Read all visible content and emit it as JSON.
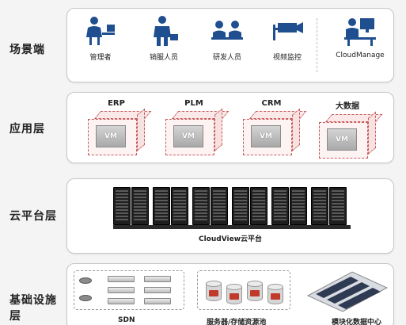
{
  "layers": {
    "scenario": {
      "label": "场景端"
    },
    "application": {
      "label": "应用层"
    },
    "cloud": {
      "label": "云平台层"
    },
    "infrastructure": {
      "label": "基础设施层"
    }
  },
  "scenario": {
    "roles": [
      {
        "label": "管理者",
        "icon": "manager-icon"
      },
      {
        "label": "销服人员",
        "icon": "sales-service-icon"
      },
      {
        "label": "研发人员",
        "icon": "developers-icon"
      },
      {
        "label": "视频监控",
        "icon": "surveillance-camera-icon"
      },
      {
        "label": "CloudManage",
        "icon": "admin-workstation-icon"
      }
    ]
  },
  "application": {
    "apps": [
      {
        "name": "ERP",
        "vm": "VM"
      },
      {
        "name": "PLM",
        "vm": "VM"
      },
      {
        "name": "CRM",
        "vm": "VM"
      },
      {
        "name": "大数据",
        "vm": "VM"
      }
    ]
  },
  "cloud": {
    "caption": "CloudView云平台",
    "rack_count": 12
  },
  "infrastructure": {
    "sdn_label": "SDN",
    "storage_label": "服务器/存储资源池",
    "datacenter_label": "模块化数据中心"
  },
  "colors": {
    "icon_blue": "#1f4f8f",
    "vm_border_red": "#c85a5a",
    "storage_tag_red": "#c0392b"
  }
}
